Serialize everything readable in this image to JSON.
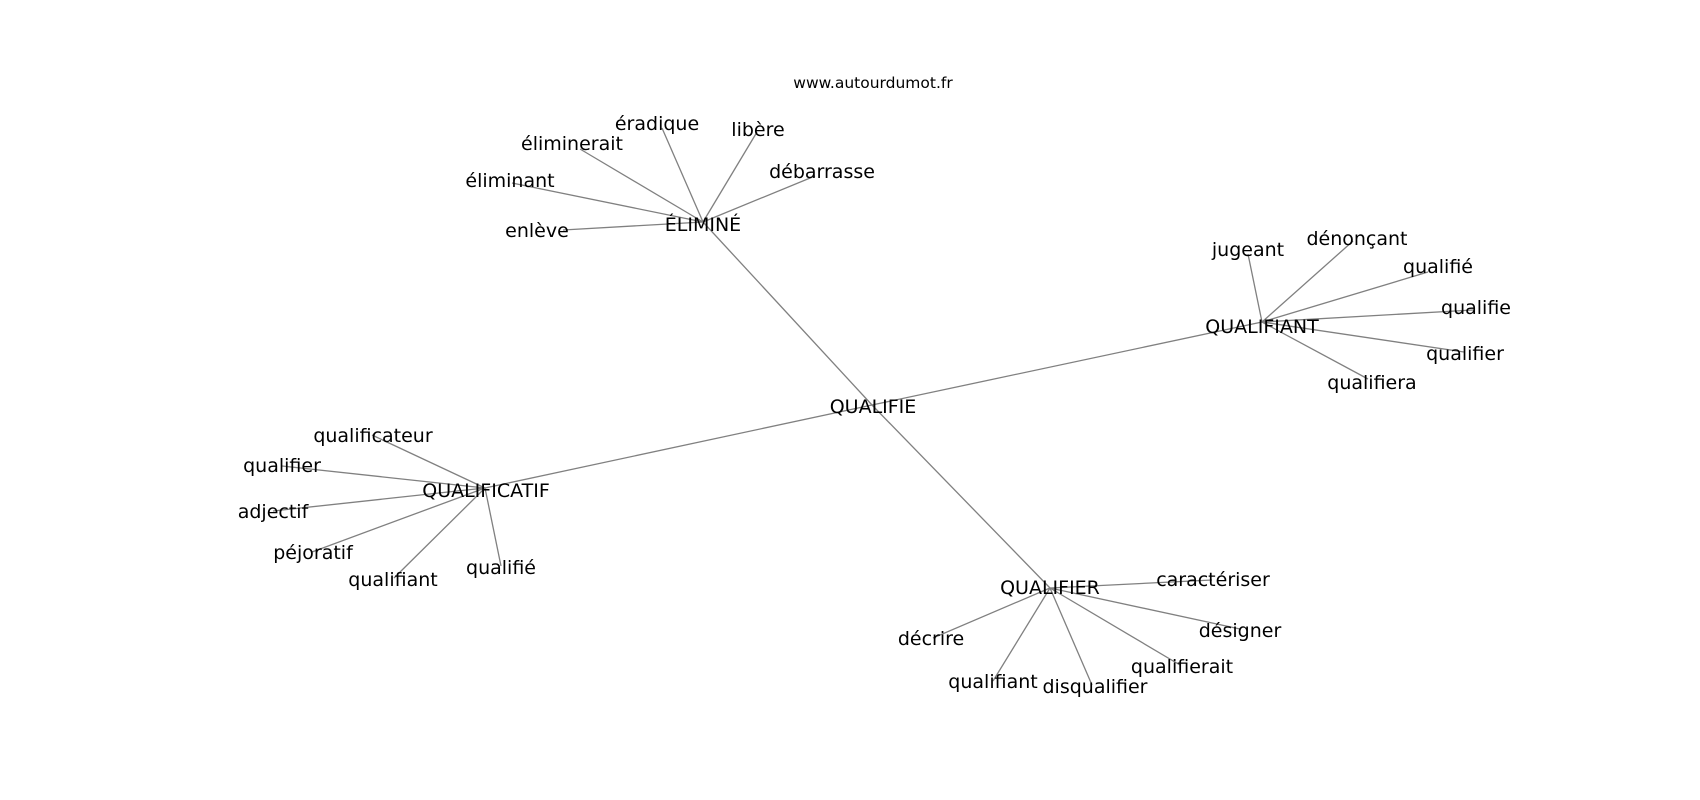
{
  "source": "www.autourdumot.fr",
  "center": "QUALIFIE",
  "groups": [
    {
      "hub": "ÉLIMINÉ",
      "leaves": [
        "éradique",
        "libère",
        "éliminerait",
        "débarrasse",
        "éliminant",
        "enlève"
      ]
    },
    {
      "hub": "QUALIFIANT",
      "leaves": [
        "jugeant",
        "dénonçant",
        "qualifié",
        "qualifie",
        "qualifier",
        "qualifiera"
      ]
    },
    {
      "hub": "QUALIFICATIF",
      "leaves": [
        "qualificateur",
        "qualifier",
        "adjectif",
        "péjoratif",
        "qualifiant",
        "qualifié"
      ]
    },
    {
      "hub": "QUALIFIER",
      "leaves": [
        "caractériser",
        "désigner",
        "qualifierait",
        "décrire",
        "qualifiant",
        "disqualifier"
      ]
    }
  ]
}
